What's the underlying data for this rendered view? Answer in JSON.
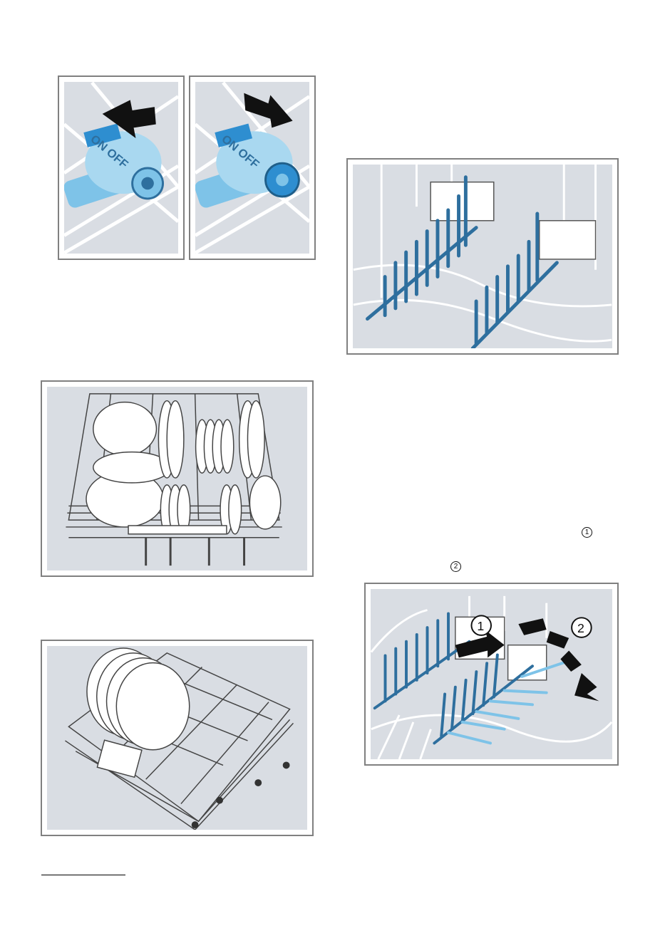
{
  "valve": {
    "label_left": "ON OFF",
    "label_right": "ON OFF"
  },
  "callouts": {
    "step_1": "1",
    "step_2": "2"
  },
  "figure_labels": {
    "arrow_1": "1",
    "arrow_2": "2"
  },
  "colors": {
    "tine_blue": "#2e6f9e",
    "valve_blue": "#7ec3e8",
    "figure_bg": "#d9dde3",
    "frame": "#808080"
  },
  "icons": [
    "arrow-left-icon",
    "arrow-right-icon",
    "circled-number-icon"
  ]
}
